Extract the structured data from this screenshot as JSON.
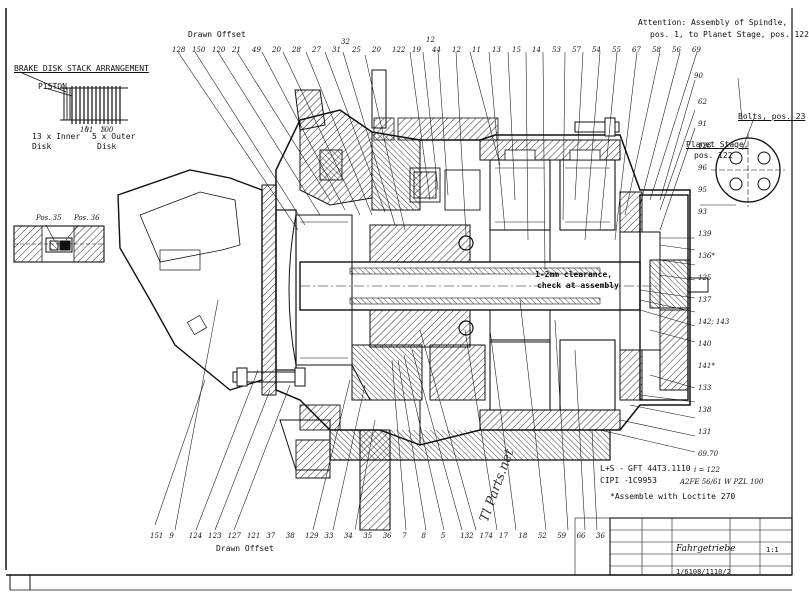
{
  "header": {
    "drawn_offset_top": "Drawn Offset",
    "drawn_offset_bottom": "Drawn Offset",
    "attention_line1": "Attention: Assembly of Spindle,",
    "attention_line2": "pos. 1, to Planet Stage, pos. 122"
  },
  "brake": {
    "title": "BRAKE DISK STACK ARRANGEMENT",
    "piston": "PISTON",
    "inner_count": "13 x Inner",
    "inner_disk": "Disk",
    "outer_count": "5 x Outer",
    "outer_disk": "Disk",
    "pos_101": "101",
    "pos_100": "100"
  },
  "detail": {
    "pos35": "Pos. 35",
    "pos36": "Pos. 36"
  },
  "callouts": {
    "bolts": "Bolts, pos. 23",
    "planet_stage": "Planet Stage,",
    "planet_pos": "pos. 122",
    "clearance_1": "1-2mm clearance,",
    "clearance_2": "check at assembly"
  },
  "notes": {
    "ls_label": "L+S -",
    "ls_value": "GFT 44T3.1110",
    "ls_ratio": "i = 122",
    "cipi_label": "CIPI -",
    "cipi_value": "1C9953",
    "cipi_motor": "A2FE 56/61 W PZL 100",
    "loctite": "*Assemble with Loctite 270"
  },
  "title_block": {
    "name": "Fahrgetriebe",
    "number": "1/6108/1110/2",
    "sheet": "1:1"
  },
  "watermark": "Tl Parts.net",
  "labels_top": [
    "128",
    "150",
    "120",
    "21",
    "49",
    "20",
    "28",
    "27",
    "31",
    "25",
    "20",
    "122",
    "19",
    "44",
    "12",
    "11",
    "13",
    "15",
    "14",
    "53",
    "57",
    "54",
    "55",
    "67",
    "58",
    "56",
    "69"
  ],
  "labels_top_extra": {
    "l32": "32",
    "l12": "12",
    "l90": "90"
  },
  "labels_right": [
    "62",
    "91",
    "126",
    "96",
    "95",
    "93",
    "139",
    "136*",
    "125",
    "137",
    "142; 143",
    "140",
    "141*",
    "133",
    "138",
    "131",
    "69.70"
  ],
  "labels_bottom": [
    "151",
    "9",
    "124",
    "123",
    "127",
    "121",
    "37",
    "38",
    "129",
    "33",
    "34",
    "35",
    "36",
    "7",
    "8",
    "5",
    "132",
    "174",
    "17",
    "18",
    "52",
    "59",
    "66",
    "36"
  ]
}
